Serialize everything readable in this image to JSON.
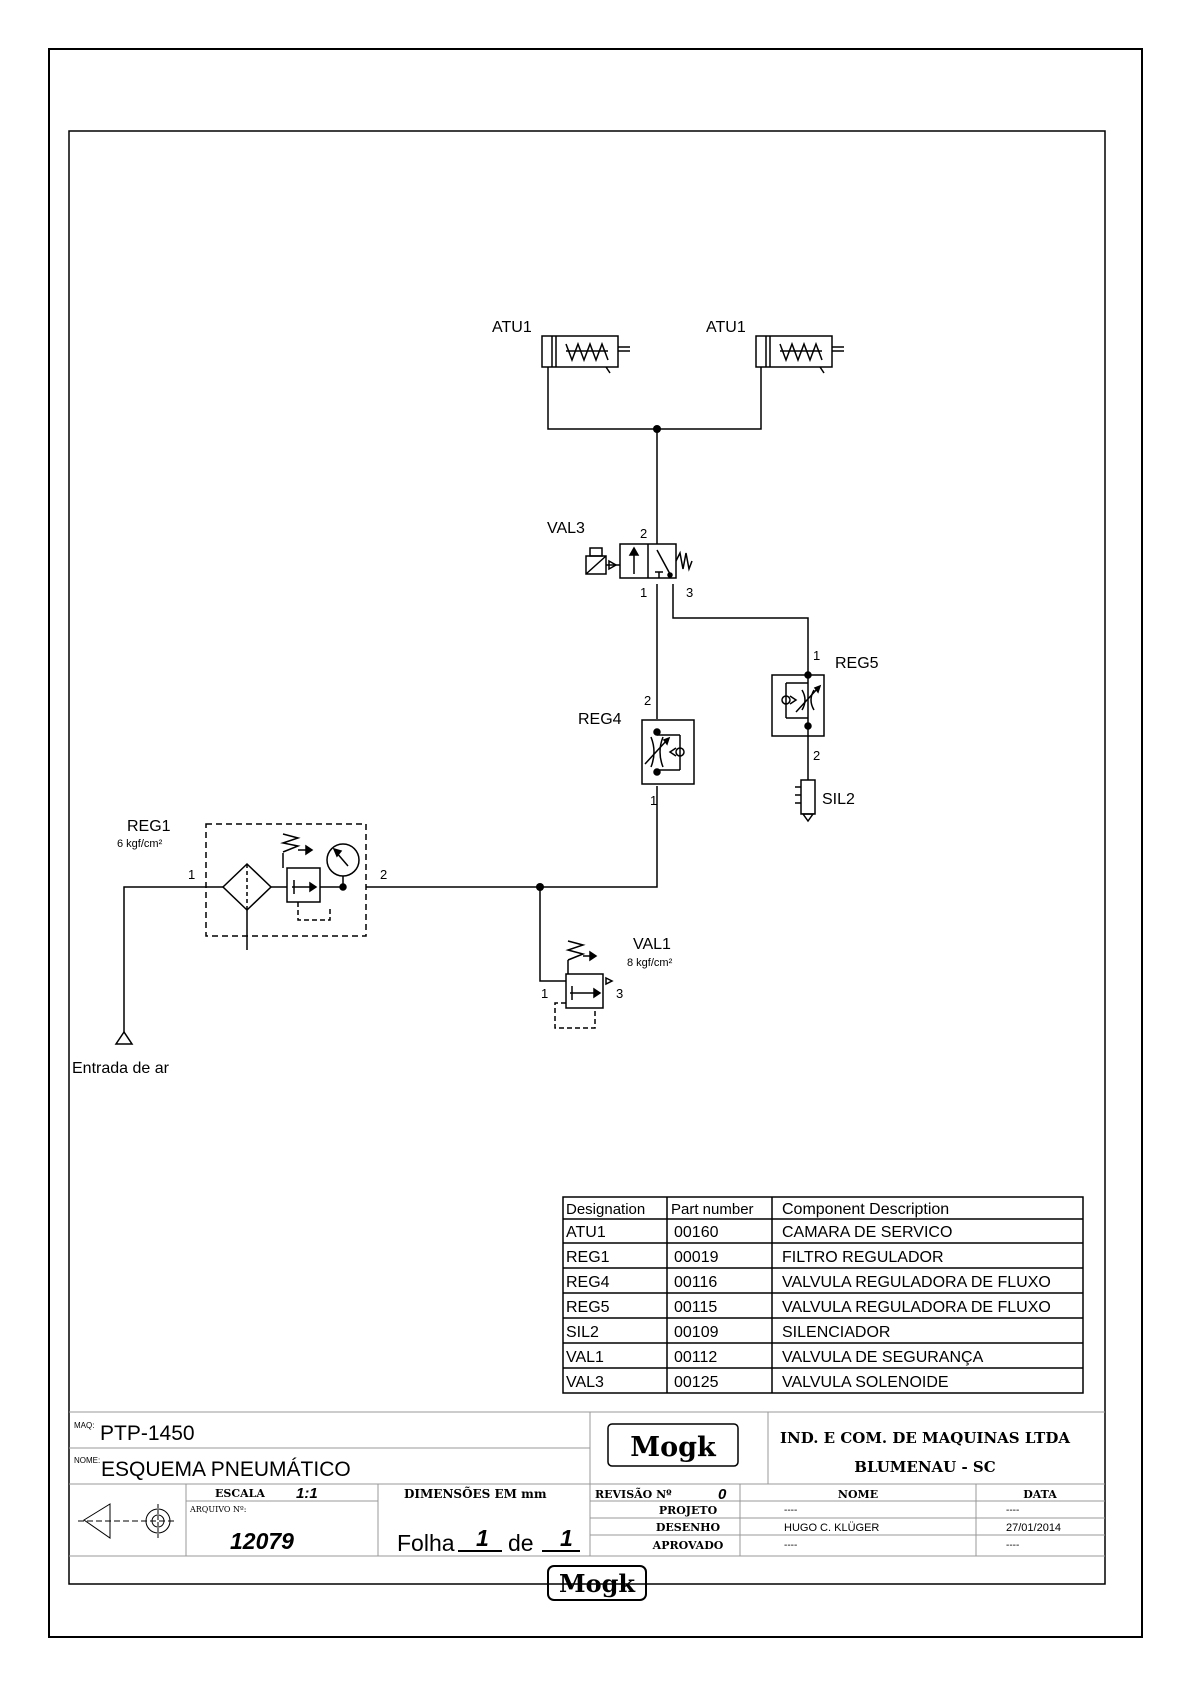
{
  "labels": {
    "atu1_left": "ATU1",
    "atu1_right": "ATU1",
    "val3": "VAL3",
    "val3_port2": "2",
    "val3_port1": "1",
    "val3_port3": "3",
    "reg5": "REG5",
    "reg5_port1": "1",
    "reg5_port2": "2",
    "reg4": "REG4",
    "reg4_port2": "2",
    "reg4_port1": "1",
    "sil2": "SIL2",
    "reg1": "REG1",
    "reg1_pressure": "6 kgf/cm²",
    "reg1_port1": "1",
    "reg1_port2": "2",
    "val1": "VAL1",
    "val1_pressure": "8 kgf/cm²",
    "val1_port1": "1",
    "val1_port3": "3",
    "air_inlet": "Entrada de ar"
  },
  "bom": {
    "headers": [
      "Designation",
      "Part number",
      "Component Description"
    ],
    "rows": [
      [
        "ATU1",
        "00160",
        "CAMARA DE SERVICO"
      ],
      [
        "REG1",
        "00019",
        "FILTRO REGULADOR"
      ],
      [
        "REG4",
        "00116",
        "VALVULA REGULADORA DE FLUXO"
      ],
      [
        "REG5",
        "00115",
        "VALVULA REGULADORA DE FLUXO"
      ],
      [
        "SIL2",
        "00109",
        "SILENCIADOR"
      ],
      [
        "VAL1",
        "00112",
        "VALVULA DE SEGURANÇA"
      ],
      [
        "VAL3",
        "00125",
        "VALVULA SOLENOIDE"
      ]
    ]
  },
  "title_block": {
    "maq_label": "MAQ:",
    "maq_value": "PTP-1450",
    "nome_label": "NOME:",
    "nome_value": "ESQUEMA PNEUMÁTICO",
    "escala_label": "ESCALA",
    "escala_value": "1:1",
    "dimensoes": "DIMENSÕES EM mm",
    "arquivo_label": "ARQUIVO Nº:",
    "arquivo_value": "12079",
    "folha_label": "Folha",
    "folha_value": "1",
    "de_label": "de",
    "de_value": "1",
    "logo": "Mogk",
    "company": "IND. E COM. DE MAQUINAS LTDA",
    "city": "BLUMENAU - SC",
    "revisao_label": "REVISÃO Nº",
    "revisao_value": "0",
    "nome_col": "NOME",
    "data_col": "DATA",
    "projeto_label": "PROJETO",
    "projeto_nome": "----",
    "projeto_data": "----",
    "desenho_label": "DESENHO",
    "desenho_nome": "HUGO C. KLÜGER",
    "desenho_data": "27/01/2014",
    "aprovado_label": "APROVADO",
    "aprovado_nome": "----",
    "aprovado_data": "----"
  },
  "footer_logo": "Mogk"
}
